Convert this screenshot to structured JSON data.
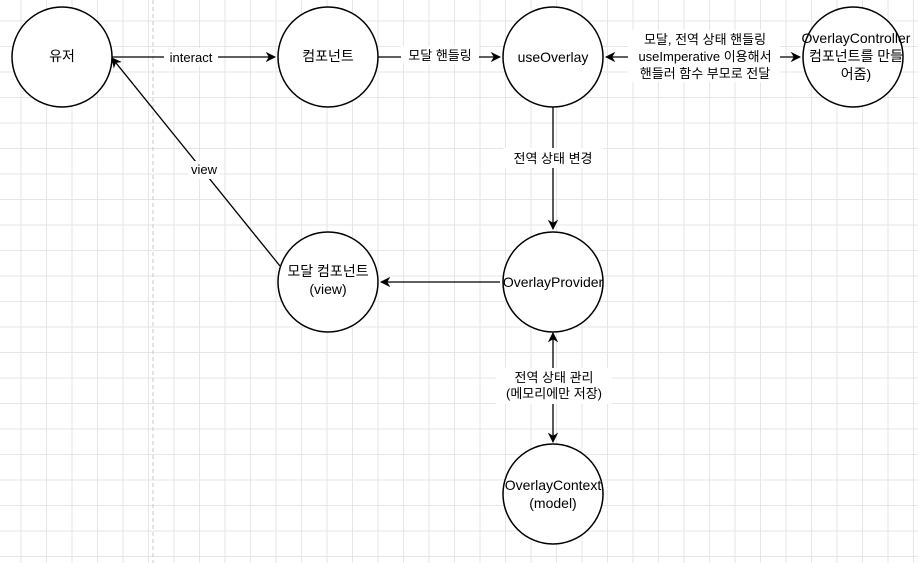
{
  "nodes": {
    "user": {
      "lines": [
        "유저"
      ]
    },
    "component": {
      "lines": [
        "컴포넌트"
      ]
    },
    "use_overlay": {
      "lines": [
        "useOverlay"
      ]
    },
    "overlay_controller": {
      "lines": [
        "OverlayController",
        "컴포넌트를 만들",
        "어줌)"
      ]
    },
    "overlay_provider": {
      "lines": [
        "OverlayProvider"
      ]
    },
    "modal_component": {
      "lines": [
        "모달 컴포넌트",
        "(view)"
      ]
    },
    "overlay_context": {
      "lines": [
        "OverlayContext",
        "(model)"
      ]
    }
  },
  "edges": {
    "interact": {
      "lines": [
        "interact"
      ]
    },
    "modal_handling": {
      "lines": [
        "모달 핸들링"
      ]
    },
    "use_imperative": {
      "lines": [
        "모달, 전역 상태 핸들링",
        "useImperative 이용해서",
        "핸들러 함수 부모로 전달"
      ]
    },
    "global_state_change": {
      "lines": [
        "전역 상태 변경"
      ]
    },
    "global_state_manage": {
      "lines": [
        "전역 상태 관리",
        "(메모리에만 저장)"
      ]
    },
    "view": {
      "lines": [
        "view"
      ]
    }
  }
}
